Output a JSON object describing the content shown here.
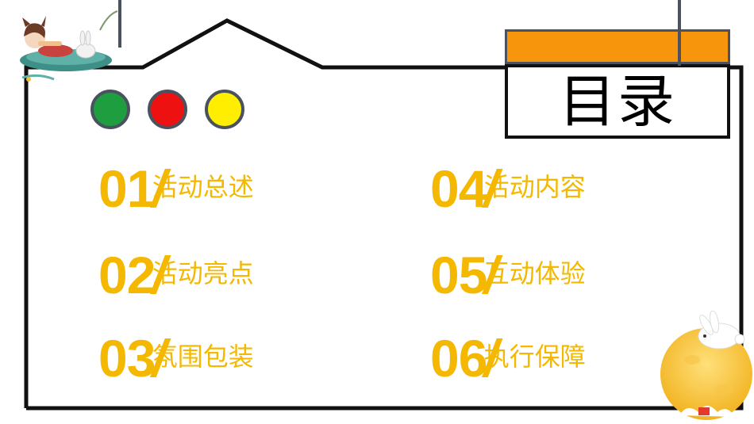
{
  "colors": {
    "accent": "#f4b800",
    "orange": "#f7950c",
    "frame": "#111111",
    "dot_border": "#4a5260",
    "green": "#1f9e3f",
    "red": "#ee1111",
    "yellow": "#ffee00"
  },
  "header": {
    "title": "目录"
  },
  "items": [
    {
      "num": "01",
      "slash": "/",
      "label": "活动总述"
    },
    {
      "num": "02",
      "slash": "/",
      "label": "活动亮点"
    },
    {
      "num": "03",
      "slash": "/",
      "label": "氛围包装"
    },
    {
      "num": "04",
      "slash": "/",
      "label": "活动内容"
    },
    {
      "num": "05",
      "slash": "/",
      "label": "互动体验"
    },
    {
      "num": "06",
      "slash": "/",
      "label": "执行保障"
    }
  ],
  "icons": {
    "top_left": "girl-and-rabbit-illustration",
    "bottom_right": "moon-rabbit-illustration"
  }
}
